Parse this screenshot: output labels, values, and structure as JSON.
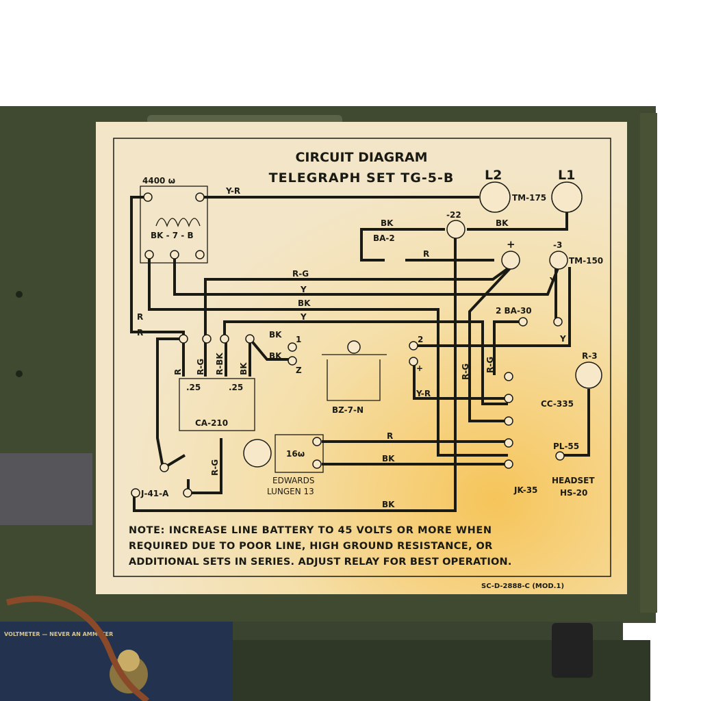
{
  "diagram": {
    "title": "CIRCUIT DIAGRAM",
    "subtitle": "TELEGRAPH SET TG-5-B",
    "labels": {
      "relay_res": "4400 ω",
      "relay": "BK - 7 - B",
      "yr": "Y-R",
      "rg_top": "R-G",
      "y1": "Y",
      "bk_mid": "BK",
      "y2": "Y",
      "r1": "R",
      "r2": "R",
      "l2": "L2",
      "l1": "L1",
      "tm175": "TM-175",
      "m22": "-22",
      "bk_a": "BK",
      "bk_b": "BK",
      "ba2": "BA-2",
      "r_batt": "R",
      "plus": "+",
      "m3": "-3",
      "tm150": "TM-150",
      "y_v": "Y",
      "ba30": "2 BA-30",
      "y_r2": "Y",
      "cap_r": "R",
      "cap_rg": "R-G",
      "cap_rbk": "R-BK",
      "cap_bk": "BK",
      "c1": ".25",
      "c2": ".25",
      "ca210": "CA-210",
      "bk_k1": "BK",
      "bk_k2": "BK",
      "k1": "1",
      "kz": "Z",
      "k2": "2",
      "kplus": "+",
      "bz": "BZ-7-N",
      "yr_k": "Y-R",
      "rg_v1": "R-G",
      "rg_v2": "R-G",
      "r3": "R-3",
      "cc335": "CC-335",
      "pl55": "PL-55",
      "headset": "HEADSET",
      "hs20": "HS-20",
      "jk35": "JK-35",
      "ohm16": "16ω",
      "edwards": "EDWARDS",
      "lungen": "LUNGEN 13",
      "r_ed": "R",
      "bk_ed": "BK",
      "bk_bottom": "BK",
      "j41": "J-41-A",
      "rg_j": "R-G"
    },
    "note": [
      "NOTE: INCREASE LINE BATTERY TO 45 VOLTS OR MORE WHEN",
      "REQUIRED DUE TO POOR LINE, HIGH GROUND RESISTANCE, OR",
      "ADDITIONAL SETS IN SERIES. ADJUST RELAY FOR BEST OPERATION."
    ],
    "code": "SC-D-2888-C (MOD.1)"
  },
  "battery_label": "VOLTMETER — NEVER AN AMMETER",
  "colors": {
    "box": "#3f4a30",
    "card": "#f3e3bf",
    "ink": "#1a1a14",
    "battery": "#22324f"
  }
}
